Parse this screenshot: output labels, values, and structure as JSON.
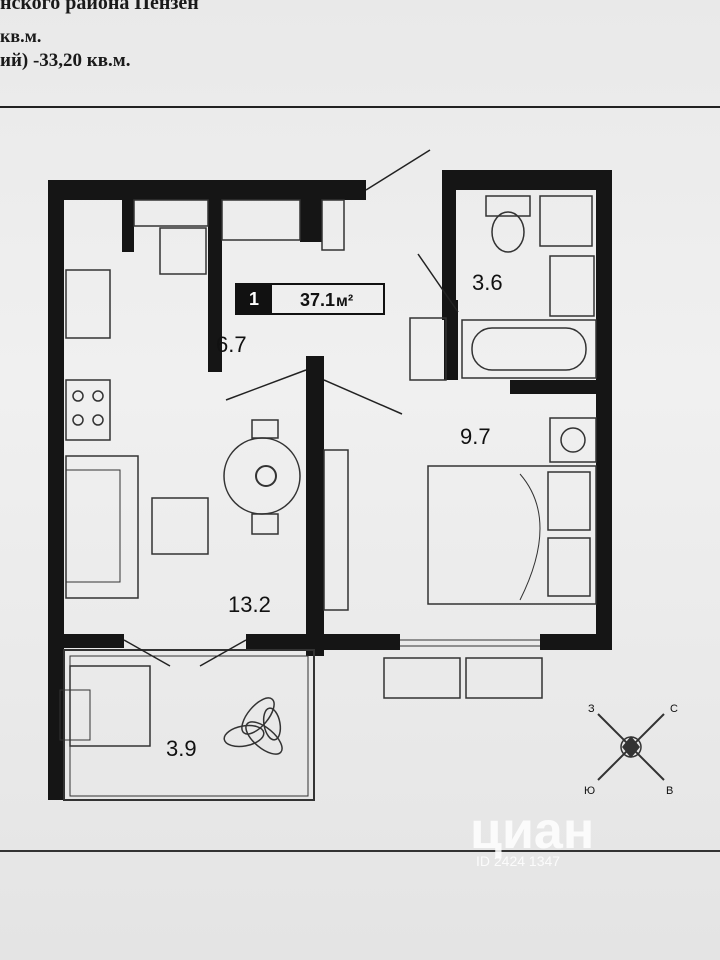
{
  "document": {
    "header_lines": [
      "нского района Пензен",
      "кв.м.",
      "ий) -33,20 кв.м."
    ]
  },
  "plan": {
    "rooms_count": "1",
    "total_area": "37.1",
    "area_unit": "м²",
    "rooms": {
      "hall": "6.7",
      "bathroom": "3.6",
      "bedroom": "9.7",
      "living_kitchen": "13.2",
      "balcony": "3.9"
    },
    "compass": {
      "north_west": "З",
      "north_east": "С",
      "south_west": "Ю",
      "south_east": "В"
    }
  },
  "watermark": {
    "brand": "циан",
    "id_text": "ID 2424 1347"
  },
  "colors": {
    "wall": "#151515",
    "paper": "#ededed",
    "line": "#333333"
  }
}
